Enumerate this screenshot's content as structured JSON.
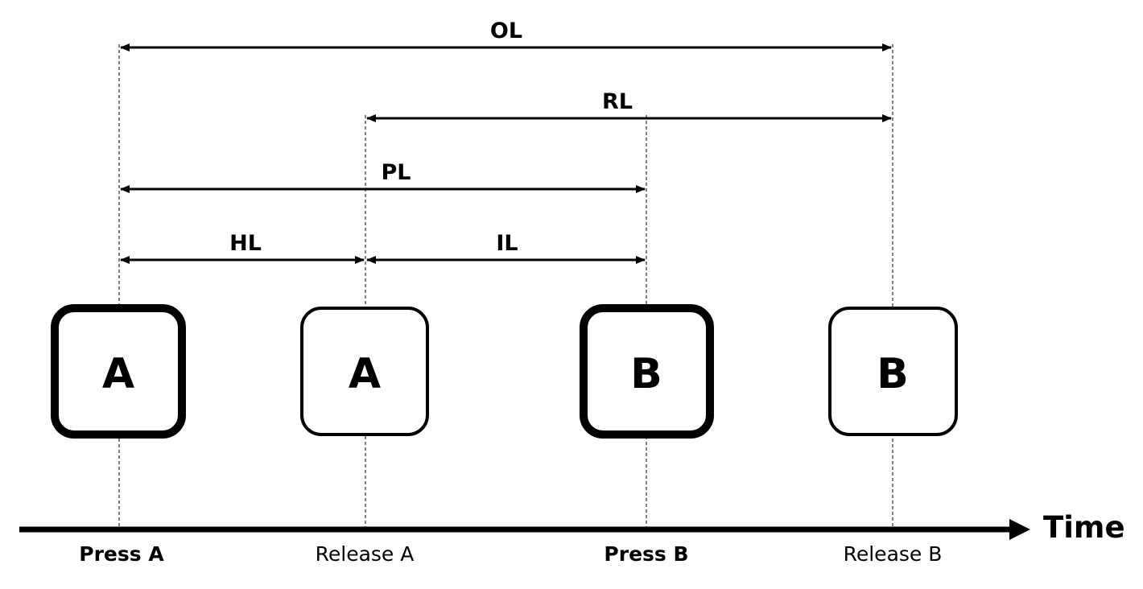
{
  "diagram": {
    "axis_label": "Time",
    "events": [
      {
        "id": "press-a",
        "label": "Press A",
        "key": "A",
        "state": "pressed",
        "bold": true
      },
      {
        "id": "release-a",
        "label": "Release A",
        "key": "A",
        "state": "released",
        "bold": false
      },
      {
        "id": "press-b",
        "label": "Press B",
        "key": "B",
        "state": "pressed",
        "bold": true
      },
      {
        "id": "release-b",
        "label": "Release B",
        "key": "B",
        "state": "released",
        "bold": false
      }
    ],
    "intervals": [
      {
        "label": "OL",
        "from": "press-a",
        "to": "release-b"
      },
      {
        "label": "RL",
        "from": "release-a",
        "to": "release-b"
      },
      {
        "label": "PL",
        "from": "press-a",
        "to": "press-b"
      },
      {
        "label": "HL",
        "from": "press-a",
        "to": "release-a"
      },
      {
        "label": "IL",
        "from": "release-a",
        "to": "press-b"
      }
    ]
  }
}
